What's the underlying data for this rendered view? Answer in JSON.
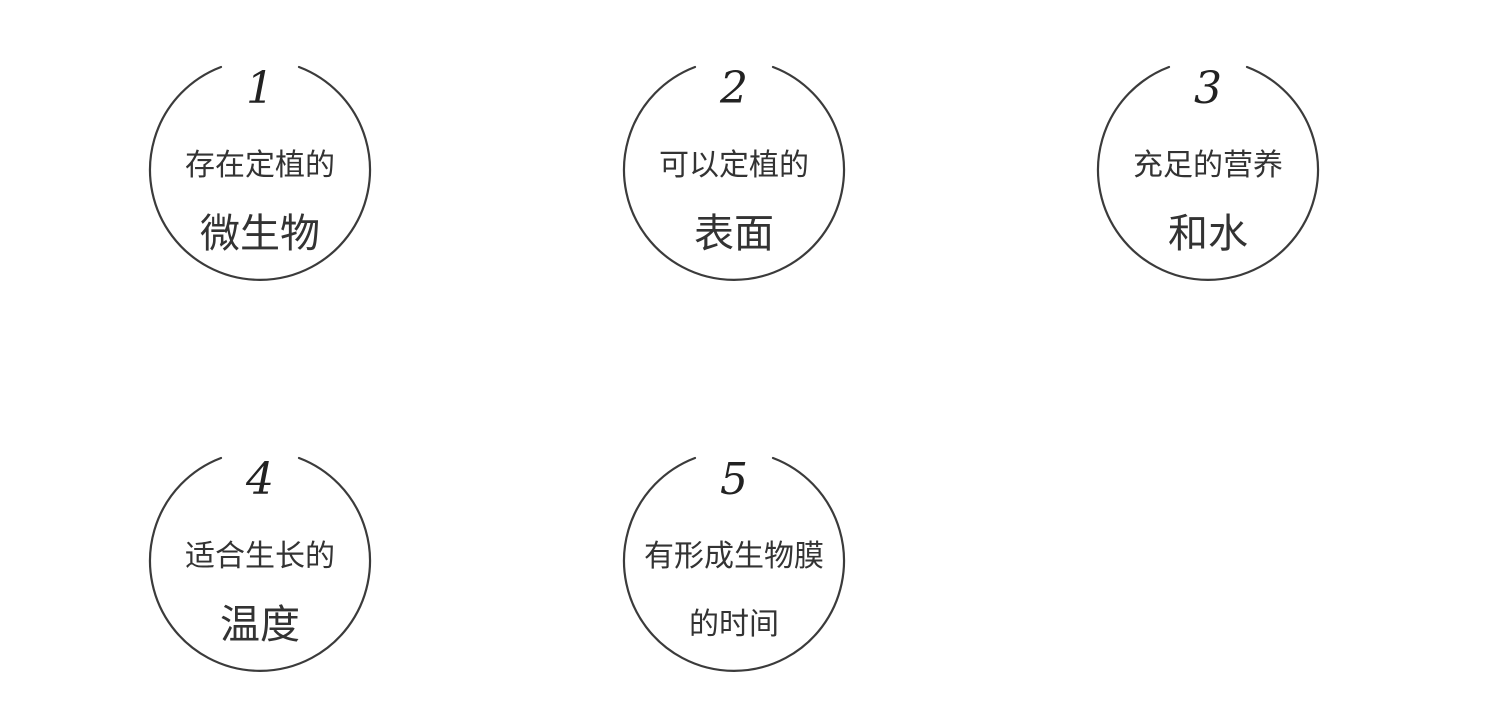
{
  "nodes": [
    {
      "number": "1",
      "line1": "存在定植的",
      "line2": "微生物"
    },
    {
      "number": "2",
      "line1": "可以定植的",
      "line2": "表面"
    },
    {
      "number": "3",
      "line1": "充足的营养",
      "line2": "和水"
    },
    {
      "number": "4",
      "line1": "适合生长的",
      "line2": "温度"
    },
    {
      "number": "5",
      "line1": "有形成生物膜",
      "line2": "的时间"
    }
  ],
  "colors": {
    "stroke": "#3b3b3b",
    "text": "#333333",
    "background": "#ffffff"
  }
}
